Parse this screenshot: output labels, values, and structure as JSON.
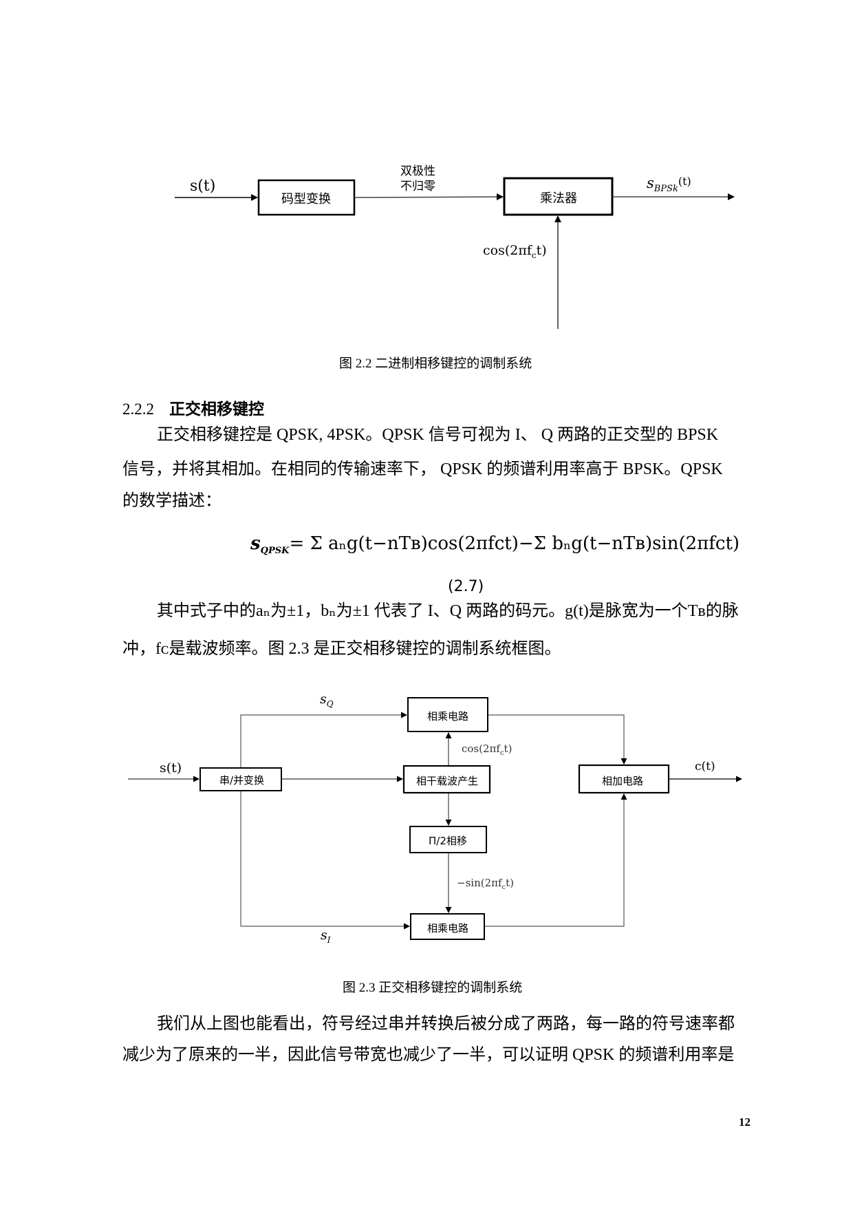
{
  "figure_2_2": {
    "input_label": "s(t)",
    "box1_label": "码型变换",
    "mid_label_line1": "双极性",
    "mid_label_line2": "不归零",
    "box2_label": "乘法器",
    "output_label_main": "s",
    "output_label_sub": "BPSk",
    "output_label_tail": "(t)",
    "carrier_label": "cos(2πf",
    "carrier_label_sub": "c",
    "carrier_label_tail": "t)",
    "caption": "图  2.2 二进制相移键控的调制系统"
  },
  "section": {
    "number": "2.2.2",
    "title": "正交相移键控"
  },
  "paragraph1": {
    "line1": "正交相移键控是  QPSK, 4PSK。QPSK 信号可视为  I、  Q 两路的正交型的  BPSK",
    "line2": "信号，并将其相加。在相同的传输速率下，  QPSK 的频谱利用率高于  BPSK。QPSK",
    "line3": "的数学描述："
  },
  "equation": {
    "lhs": "s",
    "lhs_sub": "QPSK",
    "text": "= Σ aₙg(t−nTʙ)cos(2πfᴄt)−Σ bₙg(t−nTʙ)sin(2πfᴄt)",
    "number": "(2.7)"
  },
  "paragraph2": {
    "line1": "其中式子中的aₙ为±1，bₙ为±1 代表了 I、Q 两路的码元。g(t)是脉宽为一个Tʙ的脉",
    "line2": "冲，fᴄ是载波频率。图 2.3 是正交相移键控的调制系统框图。"
  },
  "figure_2_3": {
    "input_label": "s(t)",
    "sp_box": "串/并变换",
    "top_mult_box": "相乘电路",
    "carrier_box": "相干载波产生",
    "phase_box": "Π/2相移",
    "bottom_mult_box": "相乘电路",
    "adder_box": "相加电路",
    "sq_label": "s",
    "sq_sub": "Q",
    "si_label": "s",
    "si_sub": "I",
    "cos_label": "cos(2πf",
    "cos_sub": "c",
    "cos_tail": "t)",
    "sin_label": "−sin(2πf",
    "sin_sub": "c",
    "sin_tail": "t)",
    "output_label": "c(t)",
    "caption": "图  2.3 正交相移键控的调制系统"
  },
  "paragraph3": {
    "line1": "我们从上图也能看出，符号经过串并转换后被分成了两路，每一路的符号速率都",
    "line2": "减少为了原来的一半，因此信号带宽也减少了一半，可以证明 QPSK 的频谱利用率是"
  },
  "page_number": "12"
}
